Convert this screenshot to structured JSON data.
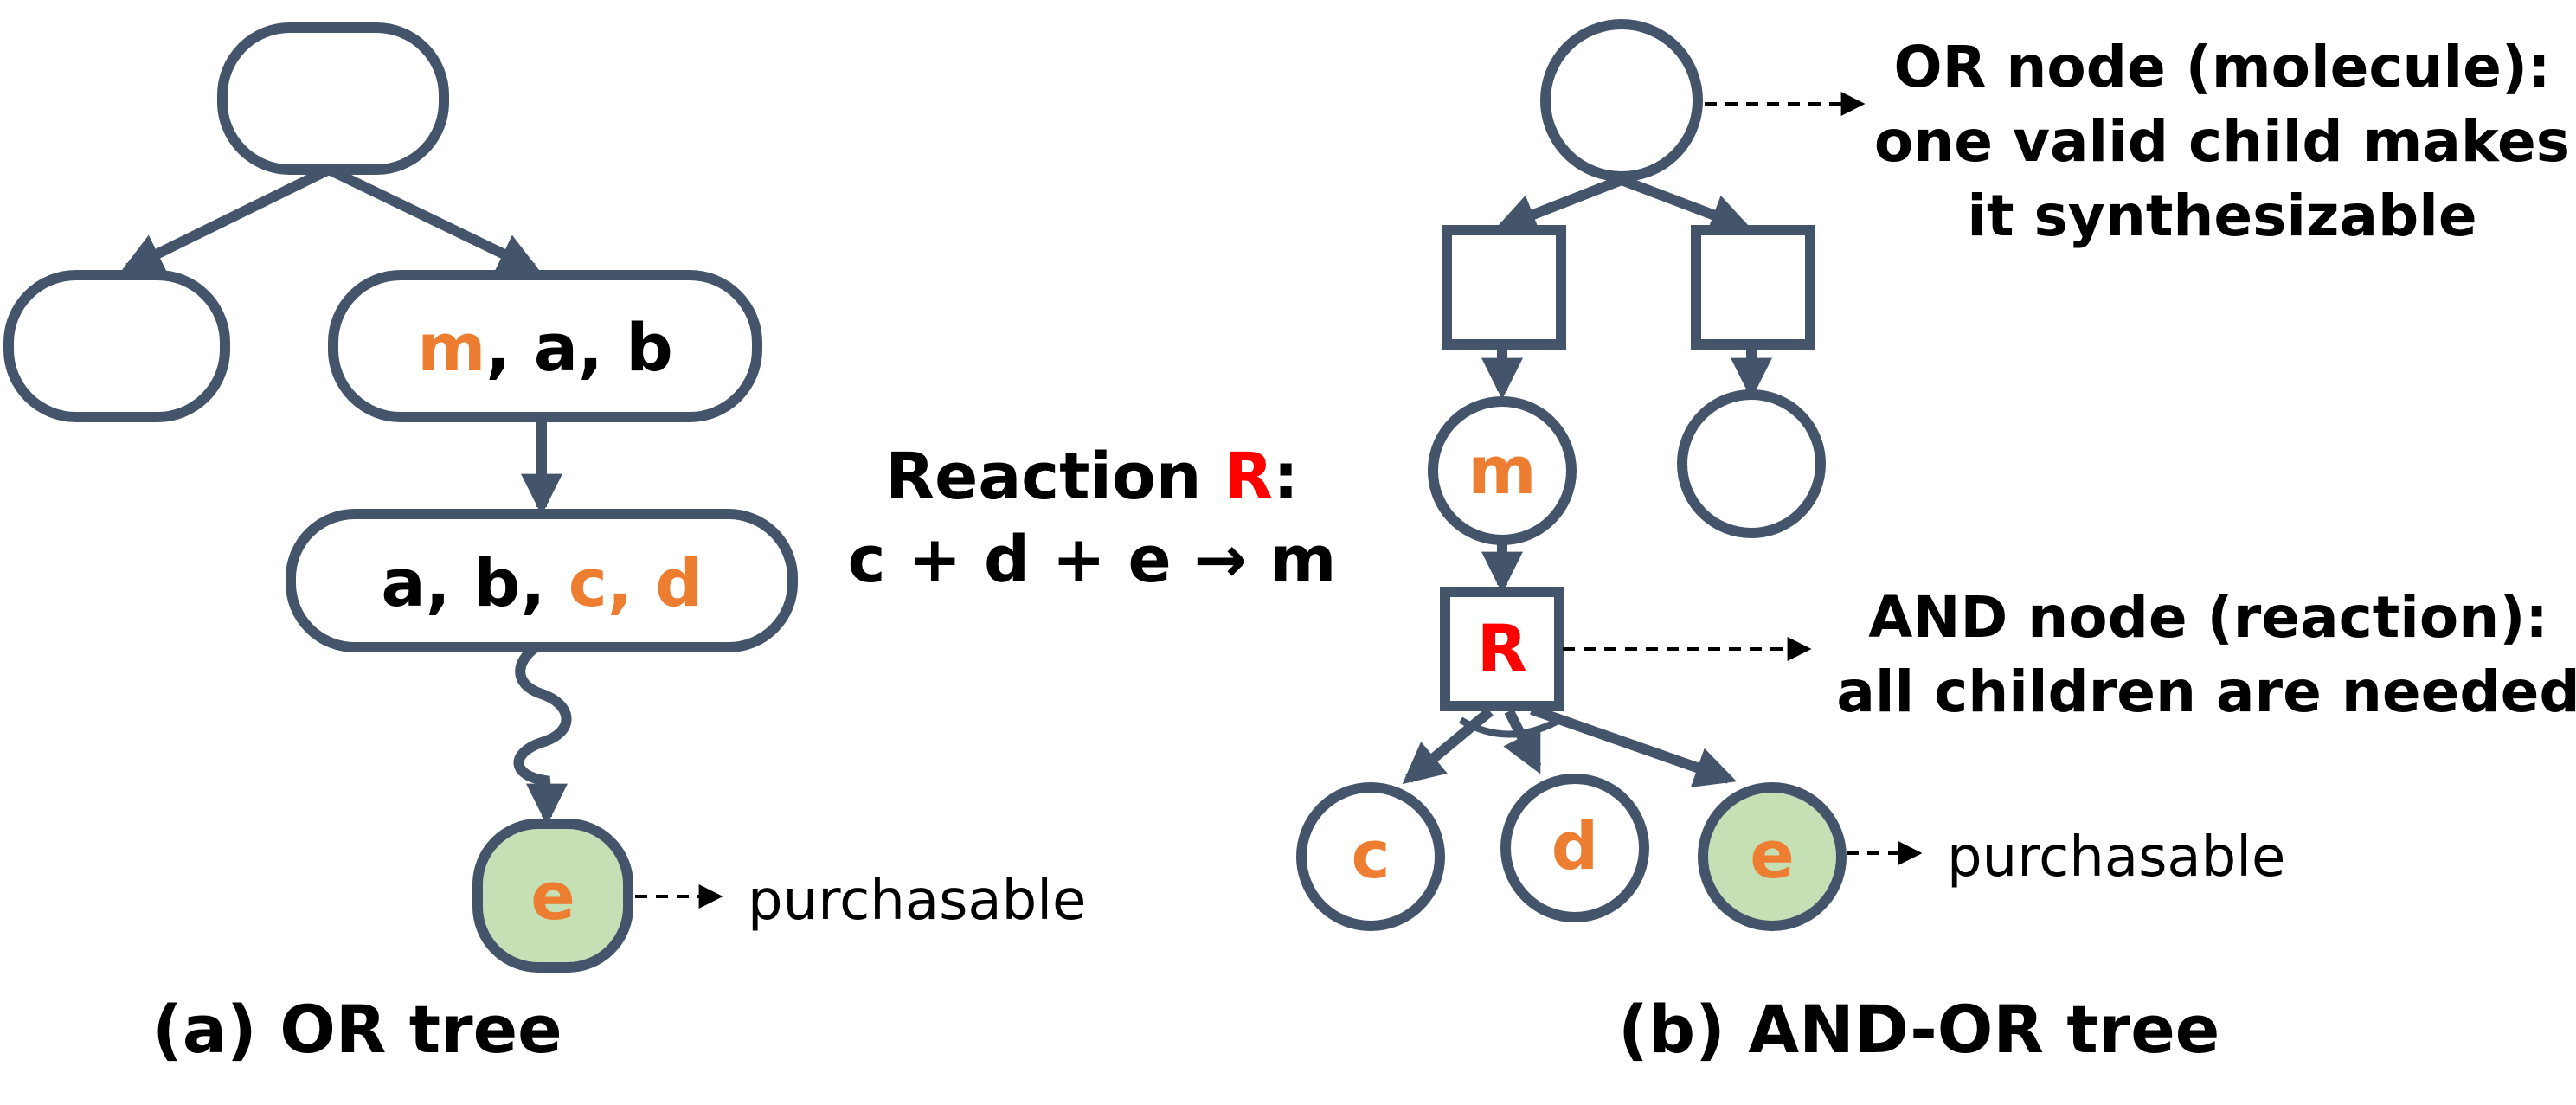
{
  "colors": {
    "stroke": "#44546a",
    "orange": "#ed7d31",
    "red": "#ff0000",
    "green_fill": "#c5e0b4",
    "black": "#000000"
  },
  "or_tree": {
    "node_m": "m",
    "node_m_rest": ", a, b",
    "node_c_prefix": "a, b, ",
    "node_c_orange": "c, d",
    "leaf_e": "e",
    "purchasable": "purchasable",
    "caption": "(a) OR tree"
  },
  "reaction": {
    "title_prefix": "Reaction ",
    "title_r": "R",
    "title_suffix": ":",
    "equation": "c + d + e → m"
  },
  "and_or_tree": {
    "node_m": "m",
    "node_r": "R",
    "leaf_c": "c",
    "leaf_d": "d",
    "leaf_e": "e",
    "or_note_1": "OR node (molecule):",
    "or_note_2": "one valid child makes",
    "or_note_3": "it synthesizable",
    "and_note_1": "AND node (reaction):",
    "and_note_2": "all children are needed",
    "purchasable": "purchasable",
    "caption": "(b) AND-OR tree"
  }
}
